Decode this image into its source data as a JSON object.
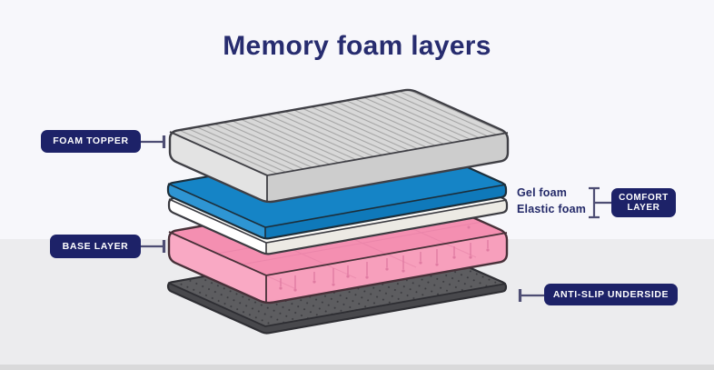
{
  "title": "Memory foam layers",
  "colors": {
    "background_top": "#f7f7fb",
    "background_bottom": "#ececee",
    "background_strip": "#d9d9da",
    "accent_navy": "#1d2268",
    "title_text": "#272c6f",
    "label_text_on_navy": "#ffffff",
    "annotation_text": "#232968",
    "leader_line": "#4d4d73"
  },
  "annotations": {
    "foam_topper": "FOAM TOPPER",
    "base_layer": "BASE LAYER",
    "comfort_layer_line1": "COMFORT",
    "comfort_layer_line2": "LAYER",
    "anti_slip_underside": "ANTI-SLIP UNDERSIDE",
    "gel_foam": "Gel foam",
    "elastic_foam": "Elastic foam"
  },
  "layers": [
    {
      "name": "foam-topper",
      "fill_top": "#d8d8d8",
      "fill_left": "#e3e3e3",
      "fill_front": "#cdcdcd",
      "outline": "#3f3f45",
      "hatch": "#a4a4a4"
    },
    {
      "name": "gel-foam",
      "fill_top": "#1584c6",
      "fill_left": "#2e95d3",
      "fill_front": "#0f79ba",
      "outline": "#1c2e3a"
    },
    {
      "name": "elastic-foam",
      "fill_top": "#fbfaf7",
      "fill_left": "#ffffff",
      "fill_front": "#eceae4",
      "outline": "#3a3a40"
    },
    {
      "name": "base-layer",
      "fill_top": "#f48fb1",
      "fill_left": "#f9a9c4",
      "fill_front": "#f79fbc",
      "outline": "#473038",
      "tuft": "#e07ba2"
    },
    {
      "name": "anti-slip-underside",
      "fill_top": "#5d5d60",
      "fill_left": "#48484c",
      "fill_front": "#48484c",
      "outline": "#2e2e33",
      "dot": "#3a3a3e"
    }
  ]
}
